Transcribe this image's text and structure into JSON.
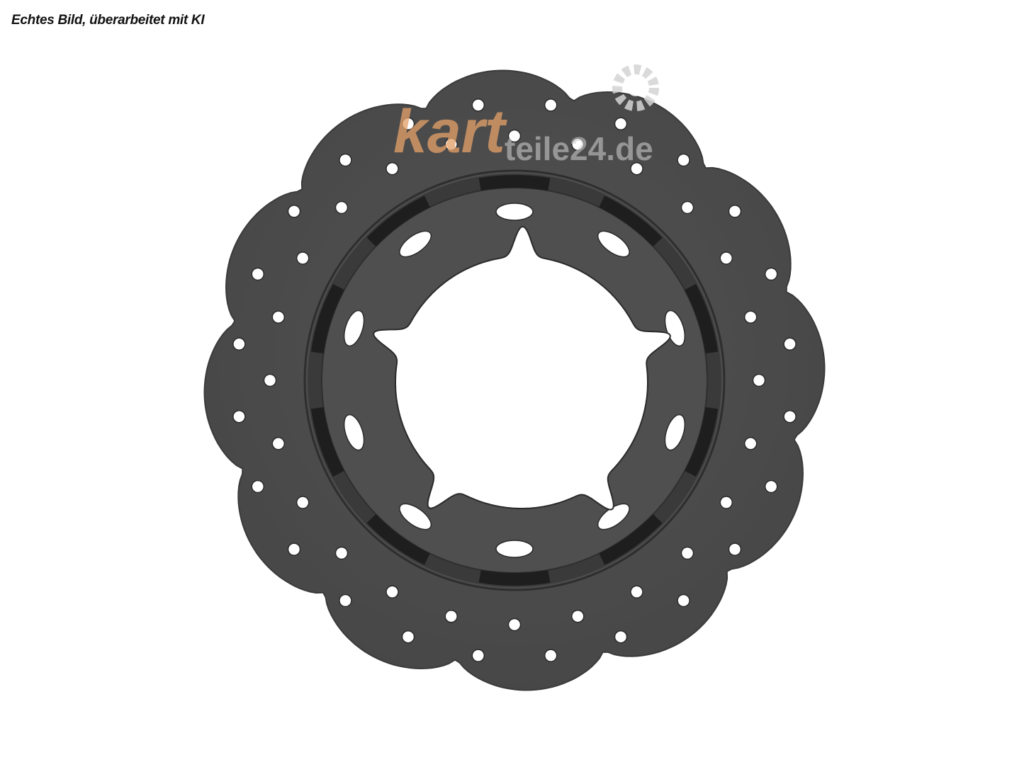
{
  "caption": "Echtes Bild, überarbeitet mit KI",
  "watermark": {
    "word_1": "kart",
    "word_2": "teile24.de",
    "colors": {
      "word_1": "#e3a06a",
      "word_2": "#c9c9c9",
      "gear": "#d4d4d4"
    },
    "icon": "gear-icon"
  },
  "product_image": {
    "subject": "brake-disc",
    "colors": {
      "disc": "#4c4c4c",
      "disc_shadow": "#2f2f2f",
      "slot": "#1e1e1e",
      "hole": "#ffffff"
    }
  }
}
